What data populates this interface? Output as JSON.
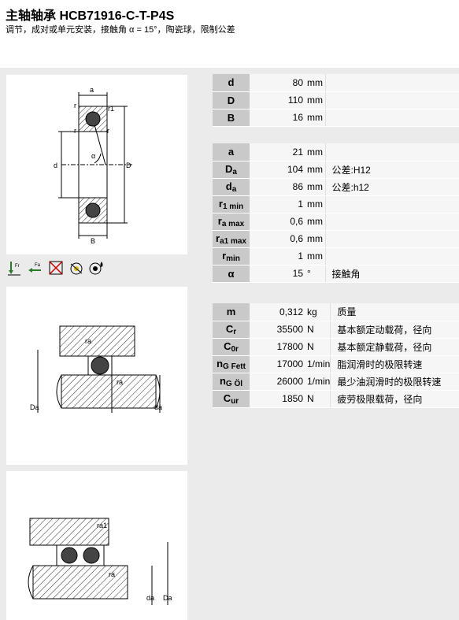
{
  "header": {
    "title": "主轴轴承 HCB71916-C-T-P4S",
    "subtitle": "调节，成对或单元安装，接触角 α = 15°，陶瓷球，限制公差"
  },
  "drawing1": {
    "labels": [
      "a",
      "r",
      "r1",
      "r",
      "r",
      "d",
      "α",
      "D",
      "B"
    ]
  },
  "drawing2": {
    "labels": [
      "ra",
      "ra",
      "Da",
      "da"
    ]
  },
  "drawing3": {
    "labels": [
      "ra1",
      "ra",
      "da",
      "Da"
    ]
  },
  "icons": [
    "radial-load-icon",
    "axial-load-icon",
    "no-seal-icon",
    "grease-icon",
    "oil-icon"
  ],
  "table1": [
    {
      "sym": "d",
      "sub": "",
      "val": "80",
      "unit": "mm",
      "desc": ""
    },
    {
      "sym": "D",
      "sub": "",
      "val": "110",
      "unit": "mm",
      "desc": ""
    },
    {
      "sym": "B",
      "sub": "",
      "val": "16",
      "unit": "mm",
      "desc": ""
    }
  ],
  "table2": [
    {
      "sym": "a",
      "sub": "",
      "val": "21",
      "unit": "mm",
      "desc": ""
    },
    {
      "sym": "D",
      "sub": "a",
      "val": "104",
      "unit": "mm",
      "desc": "公差:H12"
    },
    {
      "sym": "d",
      "sub": "a",
      "val": "86",
      "unit": "mm",
      "desc": "公差:h12"
    },
    {
      "sym": "r",
      "sub": "1 min",
      "val": "1",
      "unit": "mm",
      "desc": ""
    },
    {
      "sym": "r",
      "sub": "a max",
      "val": "0,6",
      "unit": "mm",
      "desc": ""
    },
    {
      "sym": "r",
      "sub": "a1 max",
      "val": "0,6",
      "unit": "mm",
      "desc": ""
    },
    {
      "sym": "r",
      "sub": "min",
      "val": "1",
      "unit": "mm",
      "desc": ""
    },
    {
      "sym": "α",
      "sub": "",
      "val": "15",
      "unit": "°",
      "desc": "接触角"
    }
  ],
  "table3": [
    {
      "sym": "m",
      "sub": "",
      "val": "0,312",
      "unit": "kg",
      "desc": "质量"
    },
    {
      "sym": "C",
      "sub": "r",
      "val": "35500",
      "unit": "N",
      "desc": "基本额定动载荷，径向"
    },
    {
      "sym": "C",
      "sub": "0r",
      "val": "17800",
      "unit": "N",
      "desc": "基本额定静载荷，径向"
    },
    {
      "sym": "n",
      "sub": "G Fett",
      "val": "17000",
      "unit": "1/min",
      "desc": "脂润滑时的极限转速"
    },
    {
      "sym": "n",
      "sub": "G Öl",
      "val": "26000",
      "unit": "1/min",
      "desc": "最少油润滑时的极限转速"
    },
    {
      "sym": "C",
      "sub": "ur",
      "val": "1850",
      "unit": "N",
      "desc": "疲劳极限载荷，径向"
    }
  ]
}
